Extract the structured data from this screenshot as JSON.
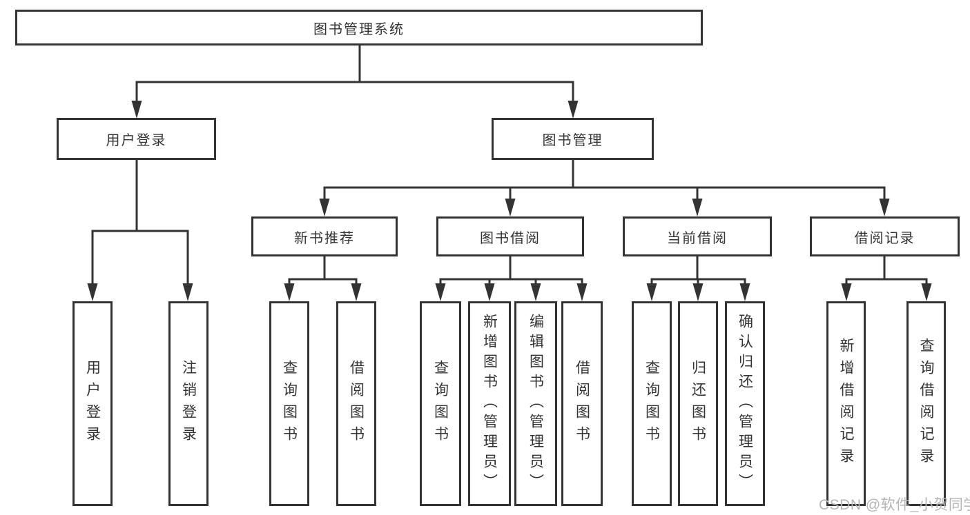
{
  "diagram_type": "hierarchy-tree",
  "tree": {
    "label": "图书管理系统",
    "children": [
      {
        "label": "用户登录",
        "children": [
          {
            "label": "用户登录"
          },
          {
            "label": "注销登录"
          }
        ]
      },
      {
        "label": "图书管理",
        "children": [
          {
            "label": "新书推荐",
            "children": [
              {
                "label": "查询图书"
              },
              {
                "label": "借阅图书"
              }
            ]
          },
          {
            "label": "图书借阅",
            "children": [
              {
                "label": "查询图书"
              },
              {
                "label": "新增图书（管理员）"
              },
              {
                "label": "编辑图书（管理员）"
              },
              {
                "label": "借阅图书"
              }
            ]
          },
          {
            "label": "当前借阅",
            "children": [
              {
                "label": "查询图书"
              },
              {
                "label": "归还图书"
              },
              {
                "label": "确认归还（管理员）"
              }
            ]
          },
          {
            "label": "借阅记录",
            "children": [
              {
                "label": "新增借阅记录"
              },
              {
                "label": "查询借阅记录"
              }
            ]
          }
        ]
      }
    ]
  },
  "watermark": {
    "text": "CSDN @软件_小贺同学",
    "color": "#b5b5b5"
  },
  "colors": {
    "background": "#ffffff",
    "line": "#333333",
    "box_border": "#333333",
    "box_fill": "#ffffff",
    "text": "#333333"
  }
}
